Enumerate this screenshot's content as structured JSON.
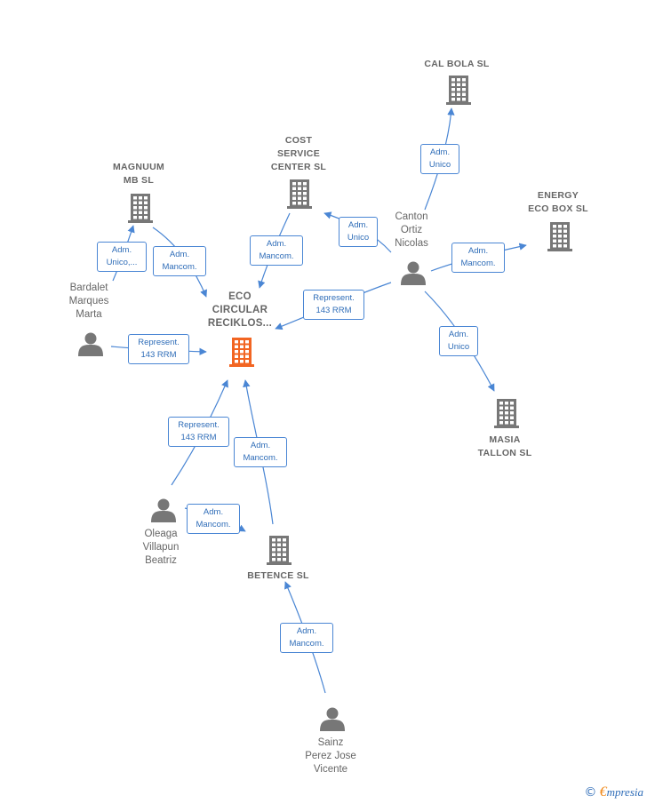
{
  "colors": {
    "edge": "#4a86d4",
    "node_gray": "#777777",
    "focus_company": "#f26522",
    "label": "#666666"
  },
  "nodes": {
    "eco": {
      "type": "company",
      "focus": true,
      "label": [
        "ECO",
        "CIRCULAR",
        "RECIKLOS..."
      ]
    },
    "calbola": {
      "type": "company",
      "label": [
        "CAL BOLA  SL"
      ]
    },
    "cost": {
      "type": "company",
      "label": [
        "COST",
        "SERVICE",
        "CENTER SL"
      ]
    },
    "magnuum": {
      "type": "company",
      "label": [
        "MAGNUUM",
        "MB  SL"
      ]
    },
    "energy": {
      "type": "company",
      "label": [
        "ENERGY",
        "ECO BOX  SL"
      ]
    },
    "masia": {
      "type": "company",
      "label": [
        "MASIA",
        "TALLON  SL"
      ]
    },
    "betence": {
      "type": "company",
      "label": [
        "BETENCE  SL"
      ]
    },
    "canton": {
      "type": "person",
      "label": [
        "Canton",
        "Ortiz",
        "Nicolas"
      ]
    },
    "bardalet": {
      "type": "person",
      "label": [
        "Bardalet",
        "Marques",
        "Marta"
      ]
    },
    "oleaga": {
      "type": "person",
      "label": [
        "Oleaga",
        "Villapun",
        "Beatriz"
      ]
    },
    "sainz": {
      "type": "person",
      "label": [
        "Sainz",
        "Perez Jose",
        "Vicente"
      ]
    }
  },
  "edges": {
    "canton_calbola": {
      "label": [
        "Adm.",
        "Unico"
      ]
    },
    "canton_cost": {
      "label": [
        "Adm.",
        "Unico"
      ]
    },
    "canton_energy": {
      "label": [
        "Adm.",
        "Mancom."
      ]
    },
    "canton_masia": {
      "label": [
        "Adm.",
        "Unico"
      ]
    },
    "canton_eco": {
      "label": [
        "Represent.",
        "143 RRM"
      ]
    },
    "cost_eco": {
      "label": [
        "Adm.",
        "Mancom."
      ]
    },
    "bardalet_magnuum": {
      "label": [
        "Adm.",
        "Unico,..."
      ]
    },
    "magnuum_eco": {
      "label": [
        "Adm.",
        "Mancom."
      ]
    },
    "bardalet_eco": {
      "label": [
        "Represent.",
        "143 RRM"
      ]
    },
    "oleaga_eco": {
      "label": [
        "Represent.",
        "143 RRM"
      ]
    },
    "betence_eco": {
      "label": [
        "Adm.",
        "Mancom."
      ]
    },
    "oleaga_betence": {
      "label": [
        "Adm.",
        "Mancom."
      ]
    },
    "sainz_betence": {
      "label": [
        "Adm.",
        "Mancom."
      ]
    }
  },
  "brand": {
    "copyright": "©",
    "initial": "€",
    "name": "mpresia"
  }
}
